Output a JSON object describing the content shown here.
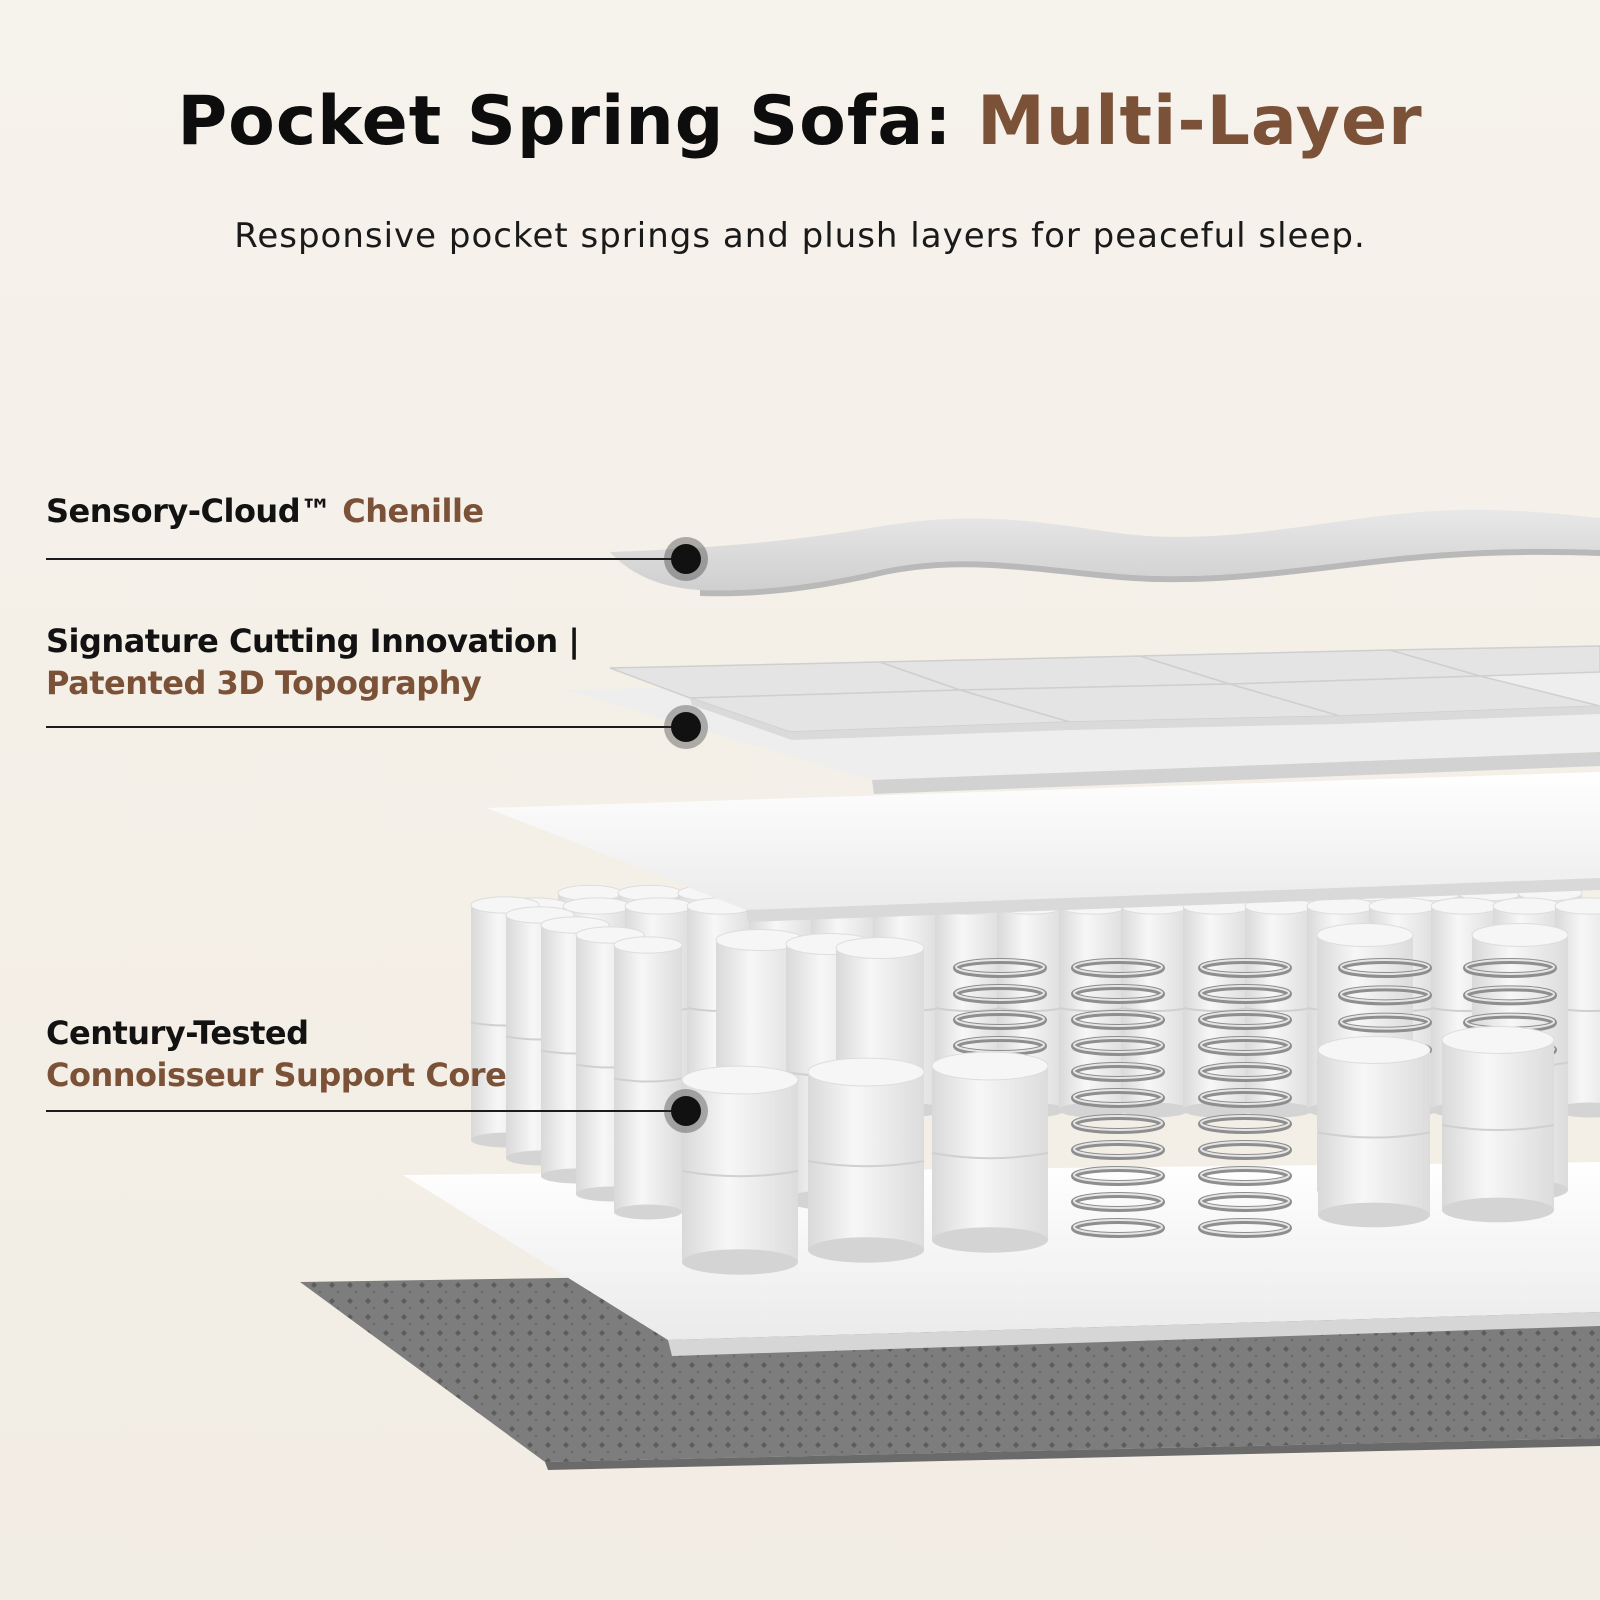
{
  "header": {
    "title_main": "Pocket Spring Sofa: ",
    "title_accent": "Multi-Layer",
    "subtitle": "Responsive pocket springs and plush layers for peaceful sleep."
  },
  "callouts": [
    {
      "line1": "Sensory-Cloud™ ",
      "line1_accent": "Chenille"
    },
    {
      "line1": "Signature Cutting Innovation |",
      "line2_accent": "Patented 3D Topography"
    },
    {
      "line1": "Century-Tested",
      "line2_accent": "Connoisseur Support Core"
    }
  ],
  "colors": {
    "accent": "#7b5238",
    "text": "#0d0d0d",
    "background": "#f5f0e9",
    "layer_white": "#f3f3f3",
    "base_gray": "#7a7a7a",
    "spring_steel": "#9c9c9c"
  },
  "icons": [
    "callout-dot-icon"
  ]
}
